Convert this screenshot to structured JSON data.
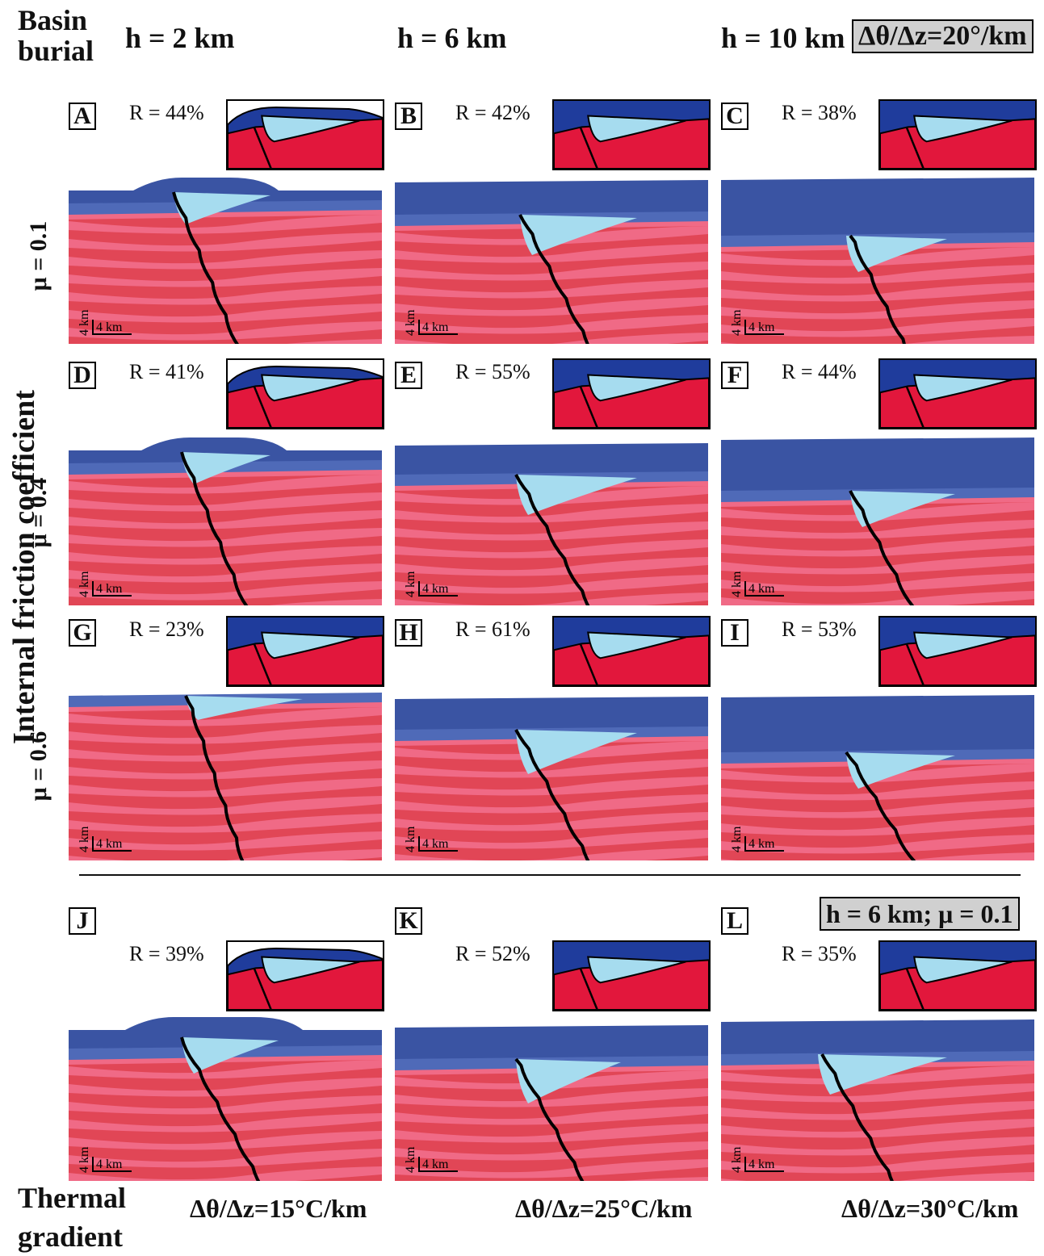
{
  "header": {
    "basin_burial": "Basin burial",
    "h_values": [
      "h = 2 km",
      "h = 6 km",
      "h = 10 km"
    ],
    "gradient_box": "Δθ/Δz=20°/km"
  },
  "axis": {
    "internal_friction": "Internal friction coefficient",
    "mu_rows": [
      "μ = 0.1",
      "μ = 0.4",
      "μ = 0.6"
    ]
  },
  "panels": [
    {
      "letter": "A",
      "r": "R = 44%"
    },
    {
      "letter": "B",
      "r": "R = 42%"
    },
    {
      "letter": "C",
      "r": "R = 38%"
    },
    {
      "letter": "D",
      "r": "R = 41%"
    },
    {
      "letter": "E",
      "r": "R = 55%"
    },
    {
      "letter": "F",
      "r": "R = 44%"
    },
    {
      "letter": "G",
      "r": "R = 23%"
    },
    {
      "letter": "H",
      "r": "R = 61%"
    },
    {
      "letter": "I",
      "r": "R = 53%"
    },
    {
      "letter": "J",
      "r": "R = 39%"
    },
    {
      "letter": "K",
      "r": "R = 52%"
    },
    {
      "letter": "L",
      "r": "R = 35%"
    }
  ],
  "scale_label": "4 km",
  "bottom": {
    "fixed_box": "h = 6 km; μ = 0.1",
    "thermal_gradient": "Thermal gradient",
    "gradients": [
      "Δθ/Δz=15°C/km",
      "Δθ/Δz=25°C/km",
      "Δθ/Δz=30°C/km"
    ]
  },
  "colors": {
    "basin_dark": "#3a54a3",
    "basin_mid": "#4f6ab8",
    "wedge": "#a6dcef",
    "crust_red": "#e14656",
    "crust_pink": "#f06a86",
    "inset_blue": "#1f3c9c",
    "inset_red": "#e2173c",
    "fault": "#000000"
  }
}
